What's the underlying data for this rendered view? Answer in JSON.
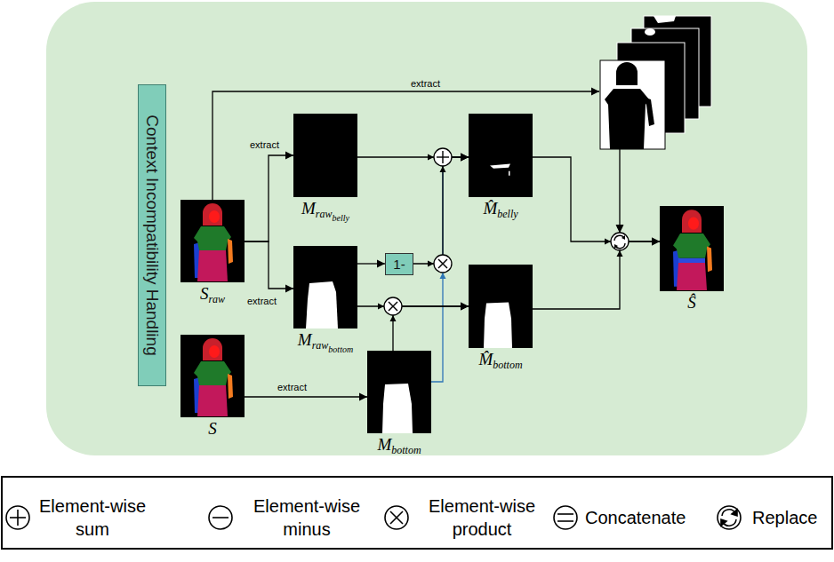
{
  "diagram": {
    "nodes": [
      {
        "text": [
          "Context Incompatibility Handling"
        ]
      },
      {
        "text": [
          "S",
          "raw"
        ]
      },
      {
        "text": [
          "S"
        ]
      },
      {
        "text": [
          "M",
          "raw",
          "belly"
        ]
      },
      {
        "text": [
          "M",
          "raw",
          "bottom"
        ]
      },
      {
        "text": [
          "M",
          "bottom"
        ]
      },
      {
        "text": [
          "1-"
        ]
      },
      {
        "text": [
          "M̂",
          "belly"
        ]
      },
      {
        "text": [
          "M̂",
          "bottom"
        ]
      },
      {
        "text": [
          "Ŝ"
        ]
      }
    ],
    "edges": [
      {
        "from": 1,
        "to": 3,
        "label": "extract",
        "arrow": "to"
      },
      {
        "from": 1,
        "to": 4,
        "label": "extract",
        "arrow": "to"
      },
      {
        "from": 2,
        "to": 5,
        "label": "extract",
        "arrow": "to"
      },
      {
        "from": 3,
        "to": 7,
        "arrow": "to"
      },
      {
        "from": 4,
        "to": 6,
        "arrow": "to"
      },
      {
        "from": 6,
        "to": 7,
        "arrow": "to"
      },
      {
        "from": 5,
        "to": 7,
        "arrow": "to"
      },
      {
        "from": 4,
        "to": 8,
        "arrow": "to"
      },
      {
        "from": 5,
        "to": 8,
        "arrow": "to"
      },
      {
        "from": 7,
        "to": 9,
        "arrow": "to"
      },
      {
        "from": 8,
        "to": 9,
        "arrow": "to"
      }
    ],
    "labels": [
      "extract"
    ],
    "legend": [
      {
        "text": "Element-wise sum"
      },
      {
        "text": "Element-wise minus"
      },
      {
        "text": "Element-wise product"
      },
      {
        "text": "Concatenate"
      },
      {
        "text": "Replace"
      }
    ]
  }
}
